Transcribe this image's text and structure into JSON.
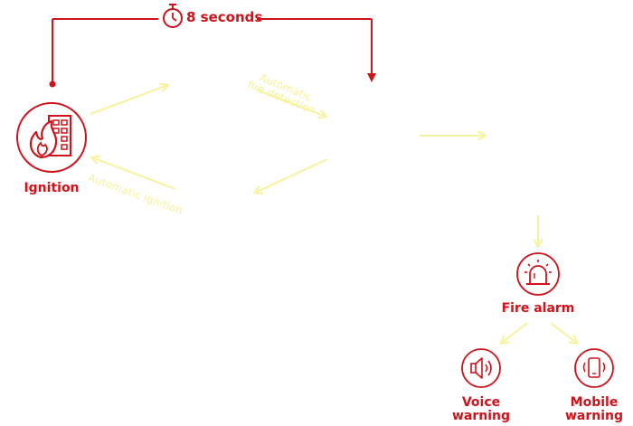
{
  "colors": {
    "accent": "#d0121b",
    "faded": "#f6f39a"
  },
  "timer": {
    "label": "8 seconds",
    "icon": "stopwatch-icon"
  },
  "nodes": {
    "ignition": {
      "label": "Ignition",
      "icon": "building-fire-icon"
    },
    "fire_alarm": {
      "label": "Fire alarm",
      "icon": "alarm-siren-icon"
    },
    "voice_warning": {
      "label": "Voice\nwarning",
      "icon": "speaker-icon"
    },
    "mobile_warning": {
      "label": "Mobile\nwarning",
      "icon": "mobile-vibrate-icon"
    }
  },
  "edges": {
    "automatic_fire_detection": "Automatic\nfire detection",
    "automatic_ignition": "Automatic ignition"
  }
}
